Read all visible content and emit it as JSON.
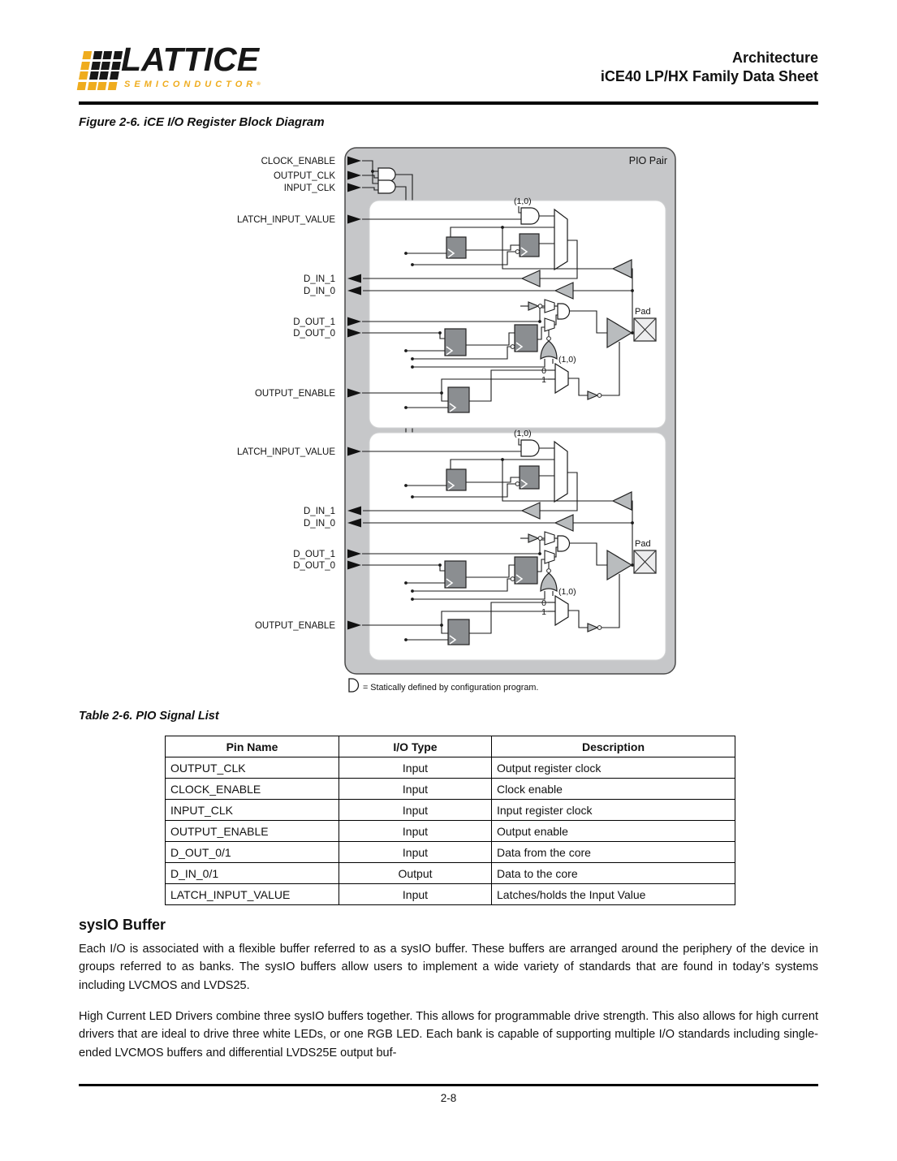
{
  "header": {
    "brand": "LATTICE",
    "brand_sub": "SEMICONDUCTOR",
    "brand_reg": "®",
    "section": "Architecture",
    "title": "iCE40 LP/HX Family Data Sheet",
    "accent_gold": "#EFAC1E",
    "brand_black": "#171717"
  },
  "figure": {
    "caption": "Figure 2-6. iCE I/O Register Block Diagram",
    "diagram": {
      "container_label": "PIO Pair",
      "pad_label": "Pad",
      "config_bits_label": "(1,0)",
      "mux_input_0": "0",
      "mux_input_1": "1",
      "legend": "= Statically defined by configuration program.",
      "clock_signals": [
        {
          "label": "CLOCK_ENABLE",
          "dir": "in"
        },
        {
          "label": "OUTPUT_CLK",
          "dir": "in"
        },
        {
          "label": "INPUT_CLK",
          "dir": "in"
        }
      ],
      "half_signals": [
        {
          "label": "LATCH_INPUT_VALUE",
          "dir": "in"
        },
        {
          "label": "D_IN_1",
          "dir": "out"
        },
        {
          "label": "D_IN_0",
          "dir": "out"
        },
        {
          "label": "D_OUT_1",
          "dir": "in"
        },
        {
          "label": "D_OUT_0",
          "dir": "in"
        },
        {
          "label": "OUTPUT_ENABLE",
          "dir": "in"
        }
      ]
    }
  },
  "table": {
    "caption": "Table 2-6. PIO Signal List",
    "headers": [
      "Pin Name",
      "I/O Type",
      "Description"
    ],
    "rows": [
      [
        "OUTPUT_CLK",
        "Input",
        "Output register clock"
      ],
      [
        "CLOCK_ENABLE",
        "Input",
        "Clock enable"
      ],
      [
        "INPUT_CLK",
        "Input",
        "Input register clock"
      ],
      [
        "OUTPUT_ENABLE",
        "Input",
        "Output enable"
      ],
      [
        "D_OUT_0/1",
        "Input",
        "Data from the core"
      ],
      [
        "D_IN_0/1",
        "Output",
        "Data to the core"
      ],
      [
        "LATCH_INPUT_VALUE",
        "Input",
        "Latches/holds the Input Value"
      ]
    ]
  },
  "section": {
    "heading": "sysIO Buffer",
    "paragraphs": [
      "Each I/O is associated with a flexible buffer referred to as a sysIO buffer. These buffers are arranged around the periphery of the device in groups referred to as banks. The sysIO buffers allow users to implement a wide variety of standards that are found in today’s systems including LVCMOS and LVDS25.",
      "High Current LED Drivers combine three sysIO buffers together. This allows for programmable drive strength. This also allows for high current drivers that are ideal to drive three white LEDs, or one RGB LED. Each bank is capable of supporting multiple I/O standards including single-ended LVCMOS buffers and differential LVDS25E output buf-"
    ]
  },
  "footer": {
    "page_number": "2-8"
  }
}
